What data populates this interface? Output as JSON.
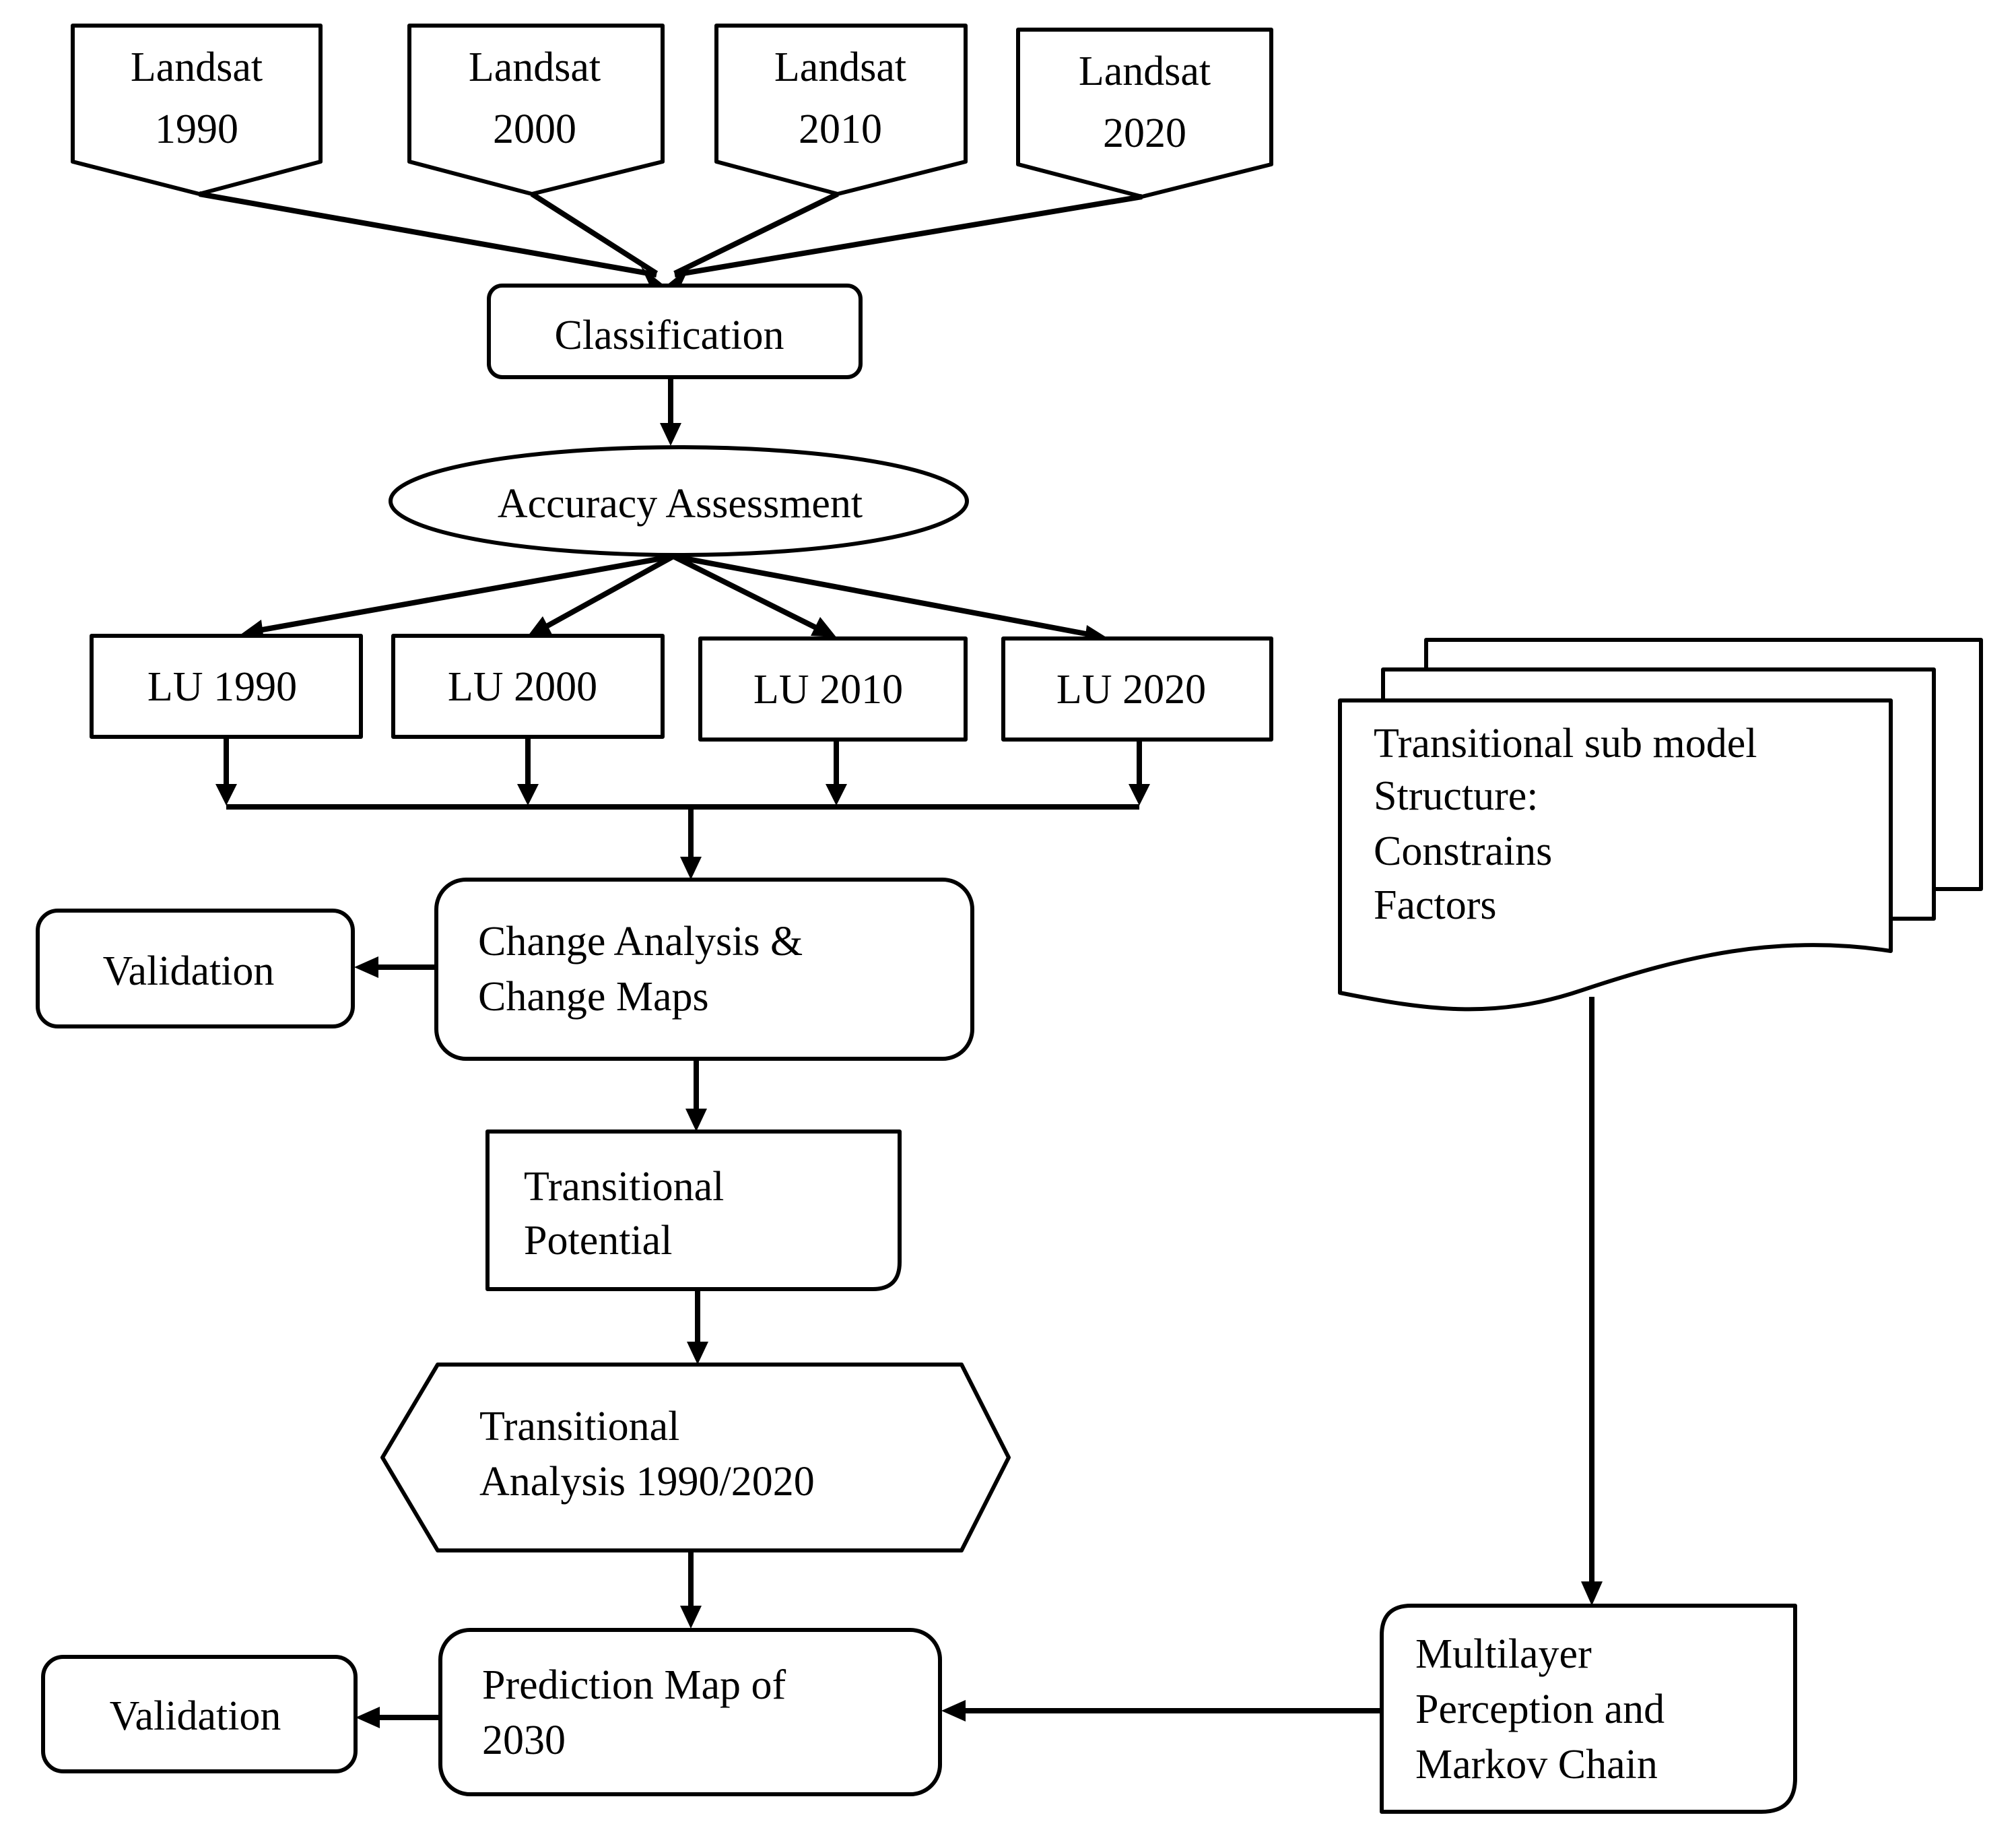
{
  "landsat": [
    {
      "line1": "Landsat",
      "line2": "1990"
    },
    {
      "line1": "Landsat",
      "line2": "2000"
    },
    {
      "line1": "Landsat",
      "line2": "2010"
    },
    {
      "line1": "Landsat",
      "line2": "2020"
    }
  ],
  "classification": "Classification",
  "accuracy": "Accuracy Assessment",
  "lu": [
    "LU 1990",
    "LU 2000",
    "LU 2010",
    "LU 2020"
  ],
  "change": {
    "line1": "Change Analysis &",
    "line2": "Change Maps"
  },
  "validation_top": "Validation",
  "potential": {
    "line1": "Transitional",
    "line2": "Potential"
  },
  "analysis": {
    "line1": "Transitional",
    "line2": "Analysis 1990/2020"
  },
  "prediction": {
    "line1": "Prediction Map of",
    "line2": "2030"
  },
  "validation_bottom": "Validation",
  "submodel": {
    "line1": "Transitional sub model",
    "line2": "Structure:",
    "line3": "Constrains",
    "line4": "Factors"
  },
  "mlp": {
    "line1": "Multilayer",
    "line2": "Perception and",
    "line3": "Markov Chain"
  }
}
